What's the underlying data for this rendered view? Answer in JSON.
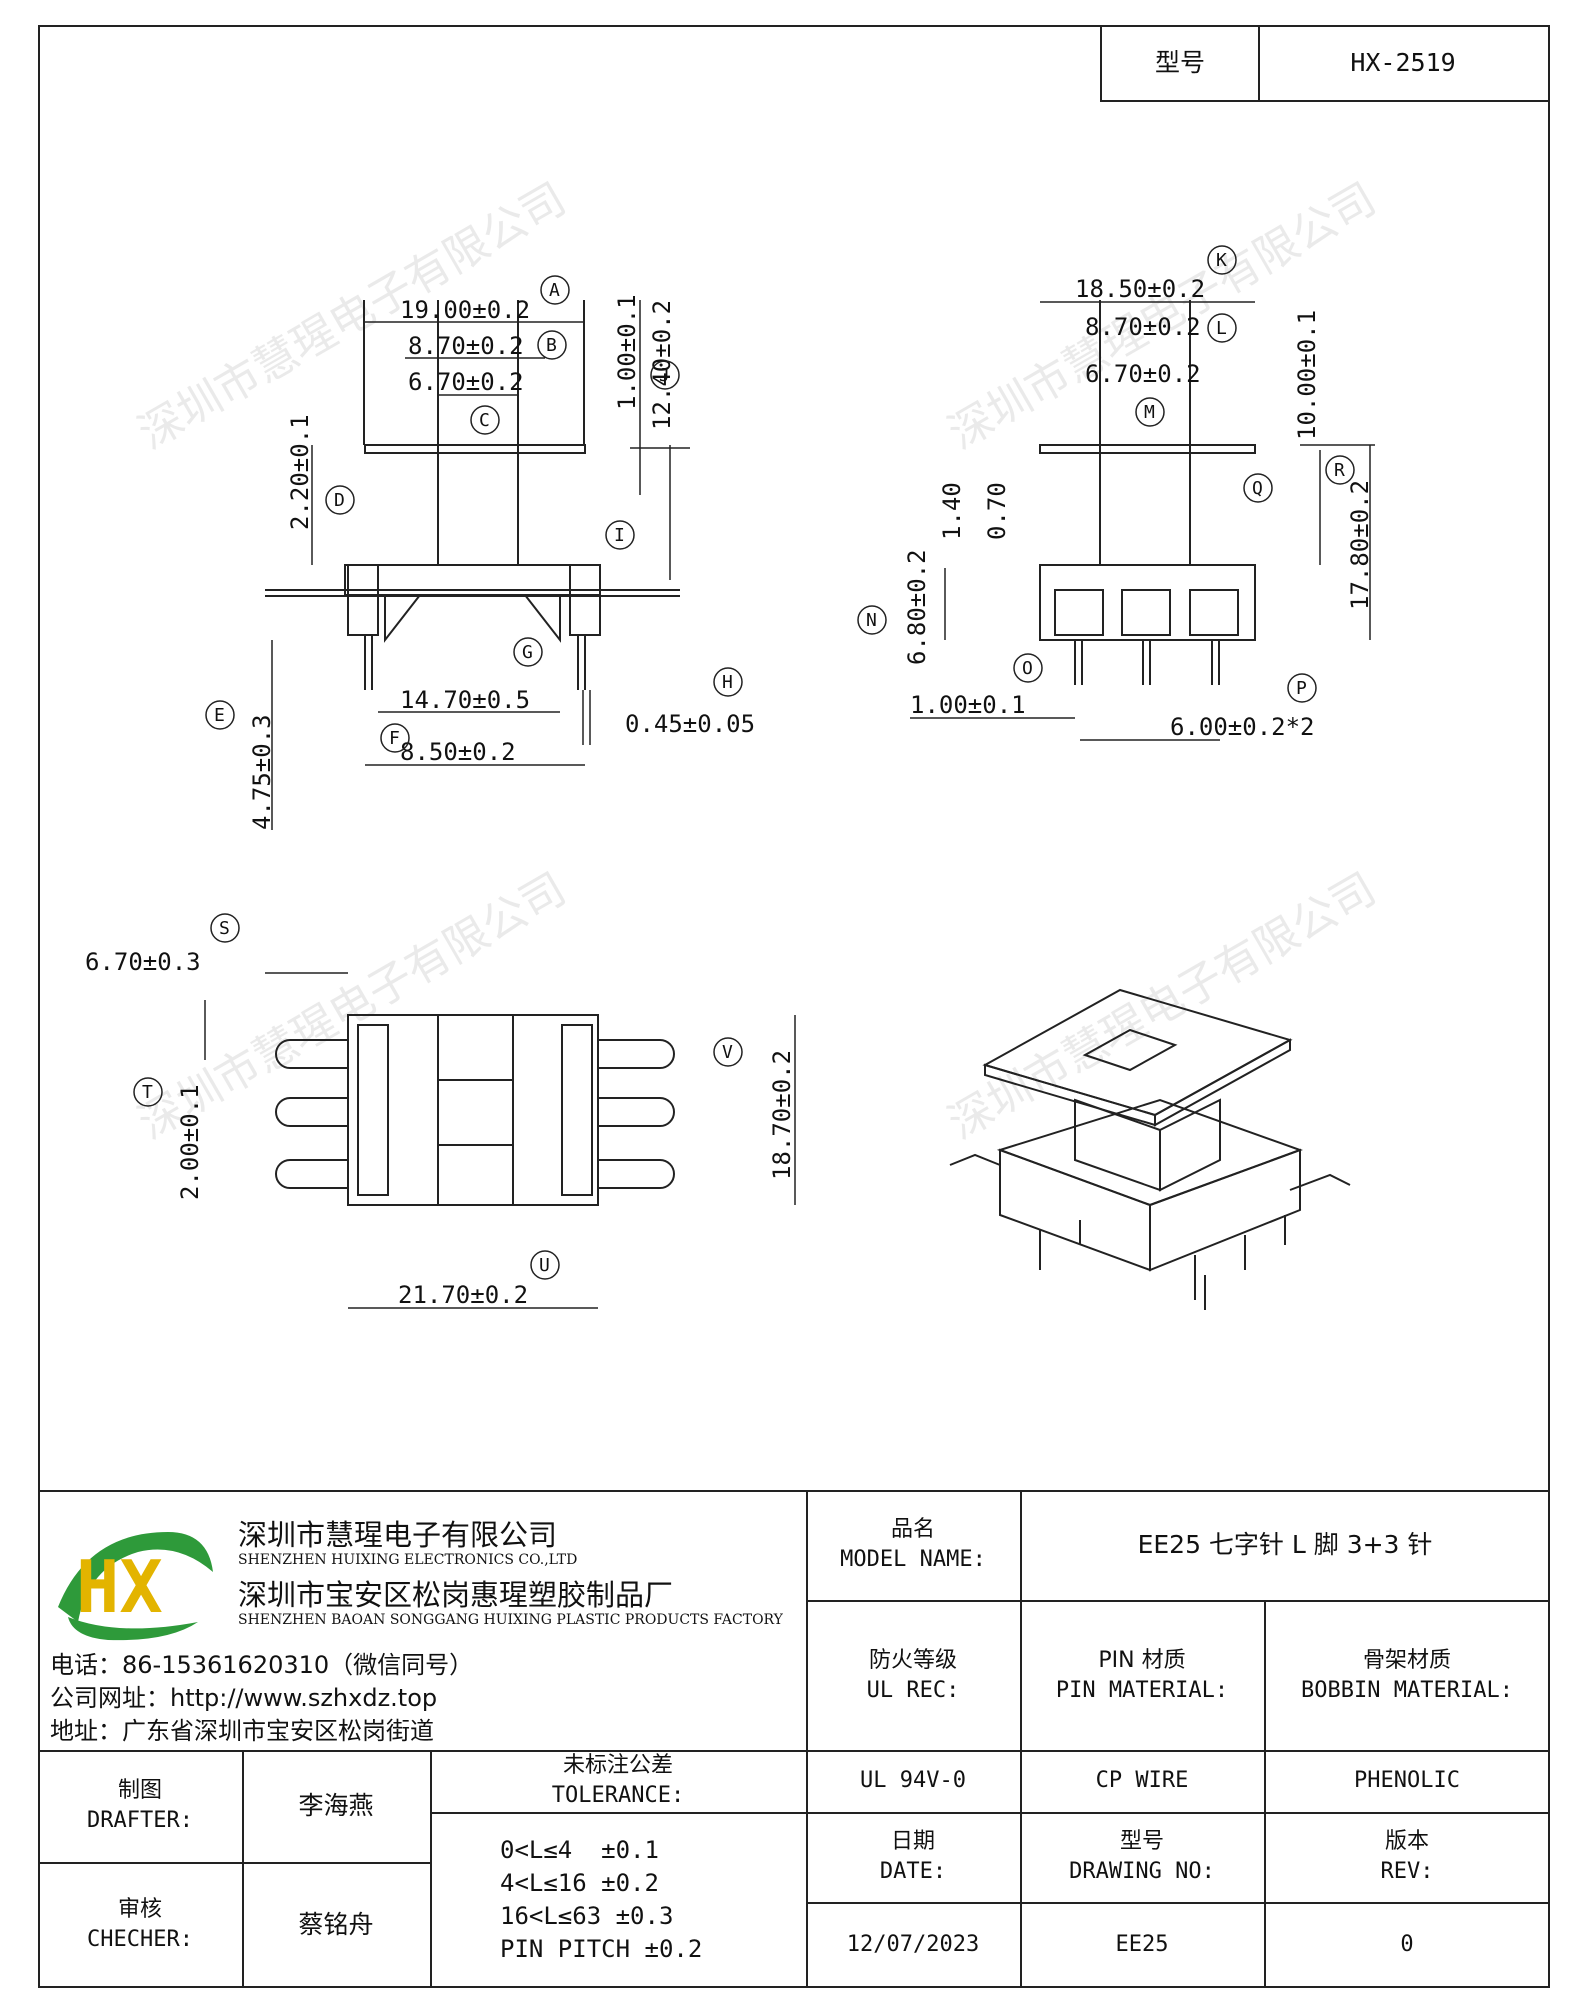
{
  "header": {
    "model_label": "型号",
    "model_value": "HX-2519"
  },
  "drawing": {
    "front_view": {
      "dims": [
        "19.00±0.2",
        "8.70±0.2",
        "6.70±0.2",
        "1.00±0.1",
        "12.40±0.2",
        "2.20±0.1",
        "14.70±0.5",
        "8.50±0.2",
        "0.45±0.05",
        "4.75±0.3"
      ],
      "callouts": [
        "A",
        "B",
        "C",
        "D",
        "E",
        "F",
        "G",
        "H",
        "I",
        "J"
      ]
    },
    "side_view": {
      "dims": [
        "18.50±0.2",
        "8.70±0.2",
        "6.70±0.2",
        "10.00±0.1",
        "1.40",
        "0.70",
        "6.80±0.2",
        "17.80±0.2",
        "1.00±0.1",
        "6.00±0.2*2"
      ],
      "callouts": [
        "K",
        "L",
        "M",
        "N",
        "O",
        "P",
        "Q",
        "R"
      ]
    },
    "bottom_view": {
      "dims": [
        "6.70±0.3",
        "2.00±0.1",
        "18.70±0.2",
        "21.70±0.2"
      ],
      "callouts": [
        "S",
        "T",
        "U",
        "V"
      ]
    },
    "watermark": "深圳市慧瑆电子有限公司"
  },
  "company": {
    "logo_text": "HX",
    "name_cn": "深圳市慧瑆电子有限公司",
    "name_en": "SHENZHEN HUIXING ELECTRONICS CO.,LTD",
    "factory_cn": "深圳市宝安区松岗惠瑆塑胶制品厂",
    "factory_en": "SHENZHEN BAOAN SONGGANG HUIXING PLASTIC PRODUCTS FACTORY",
    "phone": "电话：86-15361620310（微信同号）",
    "website": "公司网址：http://www.szhxdz.top",
    "address": "地址：广东省深圳市宝安区松岗街道"
  },
  "title_block": {
    "model_name_cn": "品名",
    "model_name_en": "MODEL NAME:",
    "model_name_value": "EE25 七字针 L 脚 3+3 针",
    "ul_rec_cn": "防火等级",
    "ul_rec_en": "UL REC:",
    "pin_material_cn": "PIN 材质",
    "pin_material_en": "PIN MATERIAL:",
    "bobbin_material_cn": "骨架材质",
    "bobbin_material_en": "BOBBIN MATERIAL:",
    "ul_value": "UL 94V-0",
    "pin_value": "CP WIRE",
    "bobbin_value": "PHENOLIC",
    "drafter_cn": "制图",
    "drafter_en": "DRAFTER:",
    "drafter_name": "李海燕",
    "checker_cn": "审核",
    "checker_en": "CHECHER:",
    "checker_name": "蔡铭舟",
    "tolerance_cn": "未标注公差",
    "tolerance_en": "TOLERANCE:",
    "tolerances": [
      "0<L≤4  ±0.1",
      "4<L≤16 ±0.2",
      "16<L≤63 ±0.3",
      "PIN PITCH ±0.2"
    ],
    "date_cn": "日期",
    "date_en": "DATE:",
    "date_value": "12/07/2023",
    "drawing_no_cn": "型号",
    "drawing_no_en": "DRAWING NO:",
    "drawing_no_value": "EE25",
    "rev_cn": "版本",
    "rev_en": "REV:",
    "rev_value": "0"
  }
}
